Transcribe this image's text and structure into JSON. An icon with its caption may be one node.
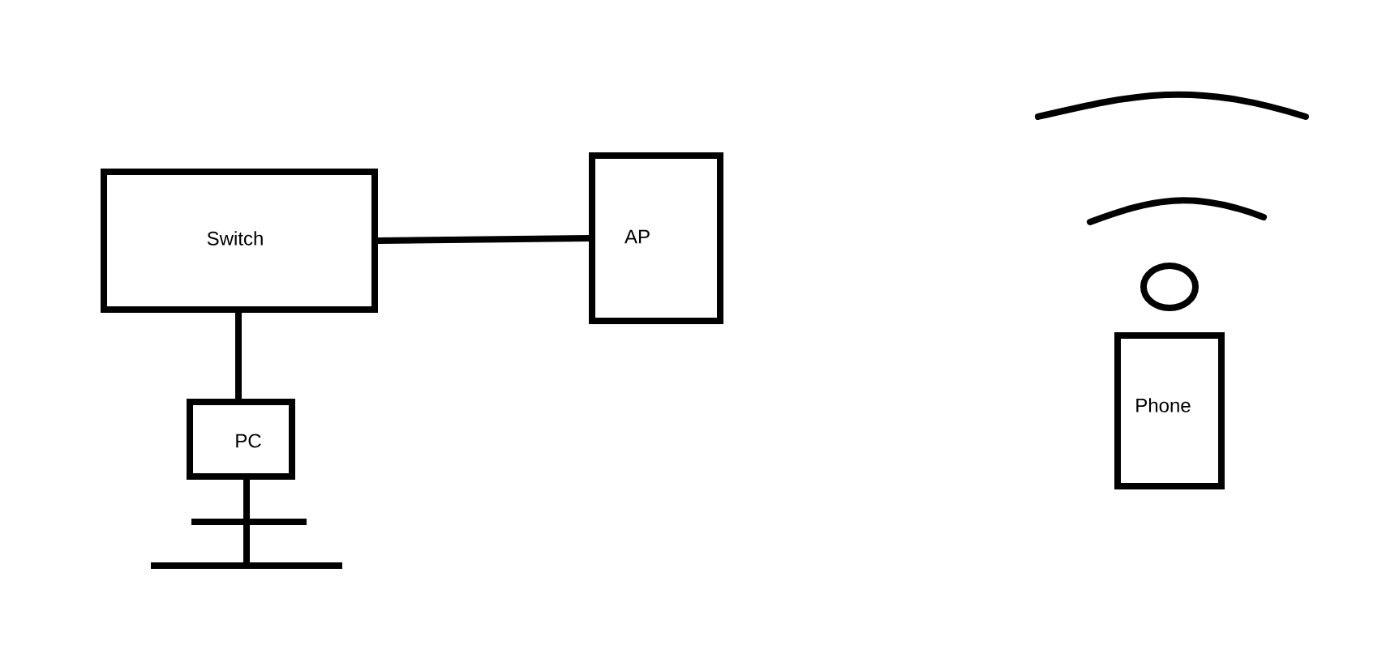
{
  "diagram": {
    "nodes": [
      {
        "text": [
          "Switch"
        ]
      },
      {
        "text": [
          "AP"
        ]
      },
      {
        "text": [
          "PC"
        ]
      },
      {
        "text": [
          "Phone"
        ]
      }
    ],
    "edges": [
      {
        "from": 0,
        "to": 1,
        "arrow": "none"
      },
      {
        "from": 0,
        "to": 2,
        "arrow": "none"
      }
    ]
  }
}
